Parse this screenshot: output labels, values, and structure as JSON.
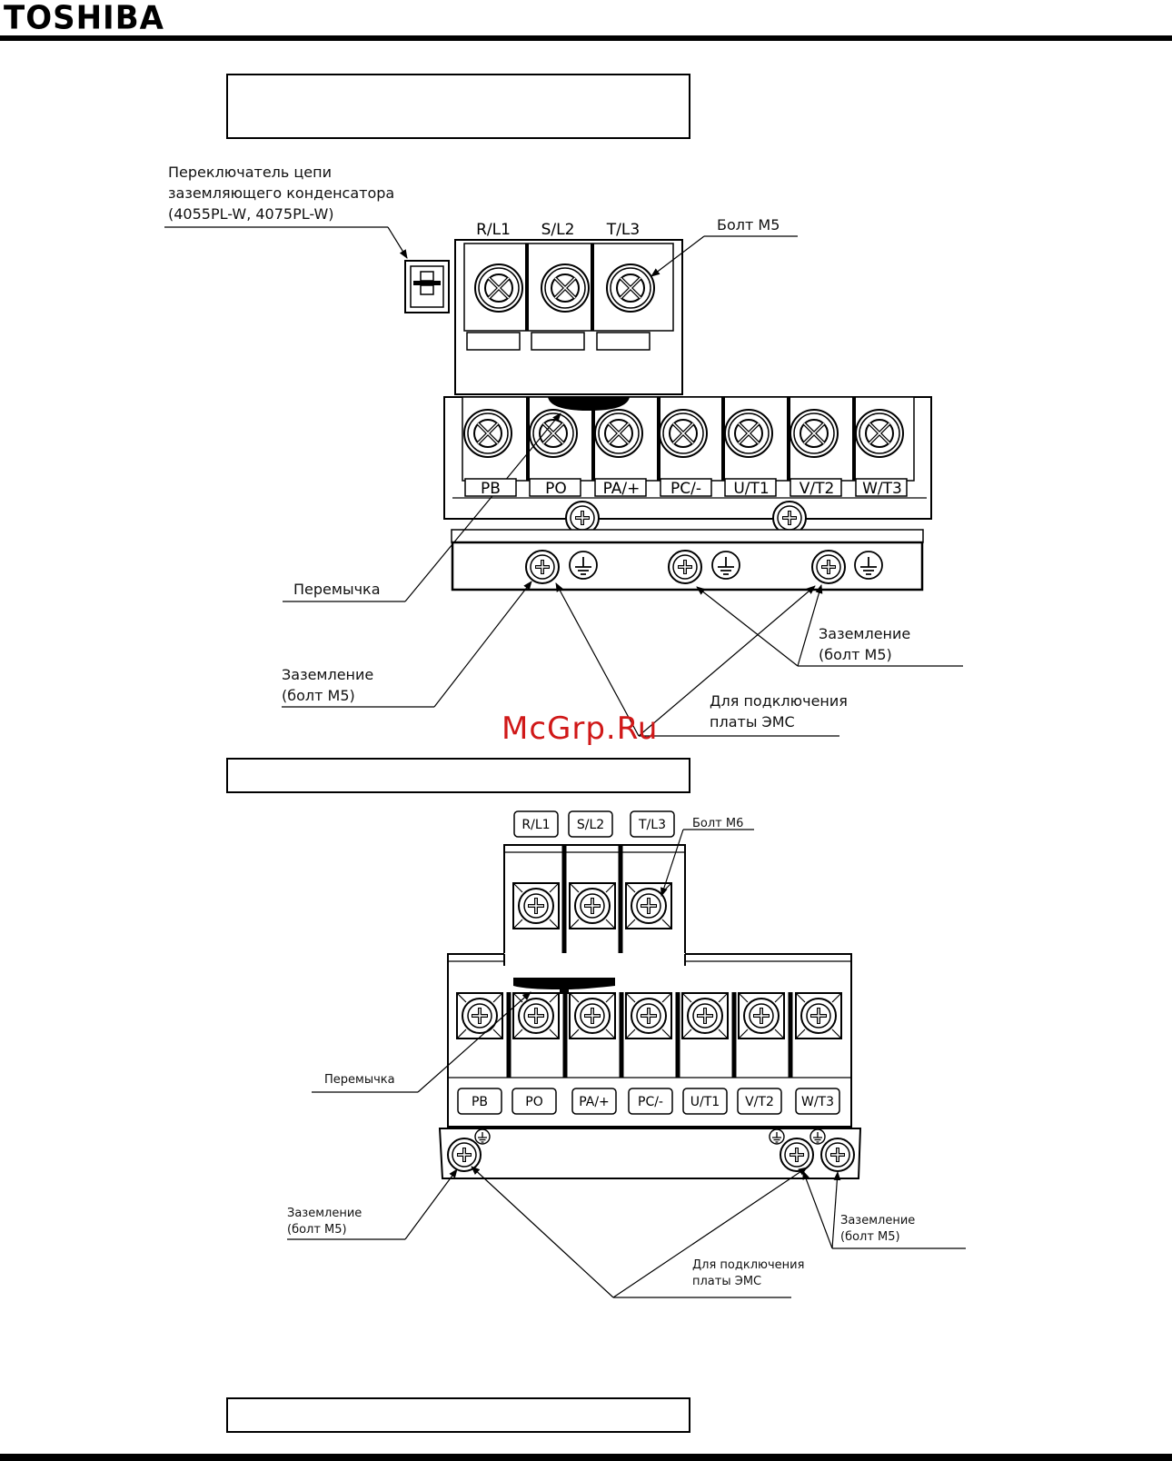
{
  "header": {
    "brand": "TOSHIBA"
  },
  "diagram_top": {
    "capacitor_switch_label": [
      "Переключатель цепи",
      "заземляющего конденсатора",
      "(4055PL-W, 4075PL-W)"
    ],
    "input_terminals": [
      "R/L1",
      "S/L2",
      "T/L3"
    ],
    "bolt_label": "Болт M5",
    "main_terminals": [
      "PB",
      "PO",
      "PA/+",
      "PC/-",
      "U/T1",
      "V/T2",
      "W/T3"
    ],
    "jumper_label": "Перемычка",
    "ground_left_label": [
      "Заземление",
      "(болт M5)"
    ],
    "ground_right_label": [
      "Заземление",
      "(болт M5)"
    ],
    "emc_label": [
      "Для подключения",
      "платы ЭМС"
    ]
  },
  "watermark": "McGrp.Ru",
  "diagram_bottom": {
    "input_terminals": [
      "R/L1",
      "S/L2",
      "T/L3"
    ],
    "bolt_label": "Болт M6",
    "main_terminals": [
      "PB",
      "PO",
      "PA/+",
      "PC/-",
      "U/T1",
      "V/T2",
      "W/T3"
    ],
    "jumper_label": "Перемычка",
    "ground_left_label": [
      "Заземление",
      "(болт M5)"
    ],
    "ground_right_label": [
      "Заземление",
      "(болт M5)"
    ],
    "emc_label": [
      "Для подключения",
      "платы ЭМС"
    ]
  }
}
